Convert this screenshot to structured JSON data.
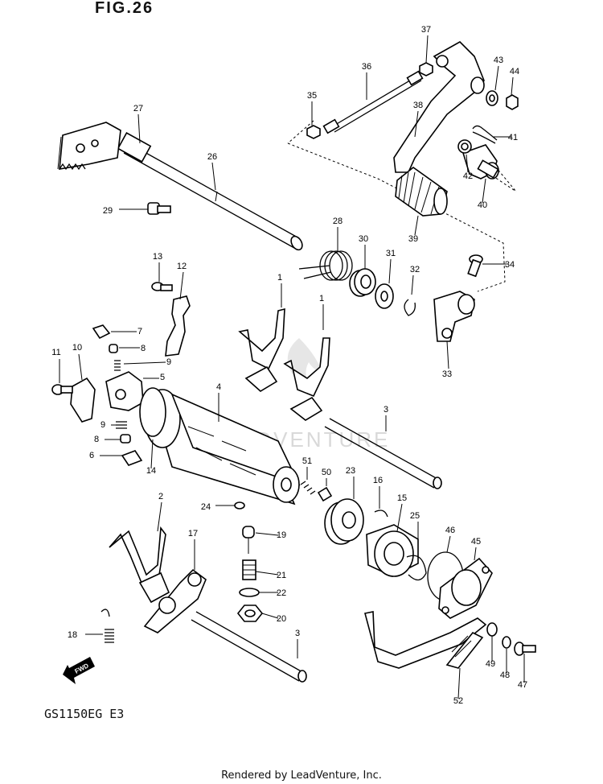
{
  "header": {
    "figure_label": "FIG.26"
  },
  "footer": {
    "model_code": "GS1150EG  E3",
    "credit": "Rendered by LeadVenture, Inc."
  },
  "watermark": {
    "text": "ADVENTURE"
  },
  "arrow": {
    "label": "FWD"
  },
  "parts": [
    {
      "id": "p1a",
      "n": "1"
    },
    {
      "id": "p1b",
      "n": "1"
    },
    {
      "id": "p2",
      "n": "2"
    },
    {
      "id": "p3a",
      "n": "3"
    },
    {
      "id": "p3b",
      "n": "3"
    },
    {
      "id": "p4",
      "n": "4"
    },
    {
      "id": "p5",
      "n": "5"
    },
    {
      "id": "p6",
      "n": "6"
    },
    {
      "id": "p7",
      "n": "7"
    },
    {
      "id": "p8a",
      "n": "8"
    },
    {
      "id": "p8b",
      "n": "8"
    },
    {
      "id": "p9a",
      "n": "9"
    },
    {
      "id": "p9b",
      "n": "9"
    },
    {
      "id": "p10",
      "n": "10"
    },
    {
      "id": "p11",
      "n": "11"
    },
    {
      "id": "p12",
      "n": "12"
    },
    {
      "id": "p13",
      "n": "13"
    },
    {
      "id": "p14",
      "n": "14"
    },
    {
      "id": "p15",
      "n": "15"
    },
    {
      "id": "p16",
      "n": "16"
    },
    {
      "id": "p17",
      "n": "17"
    },
    {
      "id": "p18",
      "n": "18"
    },
    {
      "id": "p19",
      "n": "19"
    },
    {
      "id": "p20",
      "n": "20"
    },
    {
      "id": "p21",
      "n": "21"
    },
    {
      "id": "p22",
      "n": "22"
    },
    {
      "id": "p23",
      "n": "23"
    },
    {
      "id": "p24",
      "n": "24"
    },
    {
      "id": "p25",
      "n": "25"
    },
    {
      "id": "p26",
      "n": "26"
    },
    {
      "id": "p27",
      "n": "27"
    },
    {
      "id": "p28",
      "n": "28"
    },
    {
      "id": "p29",
      "n": "29"
    },
    {
      "id": "p30",
      "n": "30"
    },
    {
      "id": "p31",
      "n": "31"
    },
    {
      "id": "p32",
      "n": "32"
    },
    {
      "id": "p33",
      "n": "33"
    },
    {
      "id": "p34",
      "n": "34"
    },
    {
      "id": "p35",
      "n": "35"
    },
    {
      "id": "p36",
      "n": "36"
    },
    {
      "id": "p37",
      "n": "37"
    },
    {
      "id": "p38",
      "n": "38"
    },
    {
      "id": "p39",
      "n": "39"
    },
    {
      "id": "p40",
      "n": "40"
    },
    {
      "id": "p41",
      "n": "41"
    },
    {
      "id": "p42",
      "n": "42"
    },
    {
      "id": "p43",
      "n": "43"
    },
    {
      "id": "p44",
      "n": "44"
    },
    {
      "id": "p45",
      "n": "45"
    },
    {
      "id": "p46",
      "n": "46"
    },
    {
      "id": "p47",
      "n": "47"
    },
    {
      "id": "p48",
      "n": "48"
    },
    {
      "id": "p49",
      "n": "49"
    },
    {
      "id": "p50",
      "n": "50"
    },
    {
      "id": "p51",
      "n": "51"
    },
    {
      "id": "p52",
      "n": "52"
    }
  ]
}
